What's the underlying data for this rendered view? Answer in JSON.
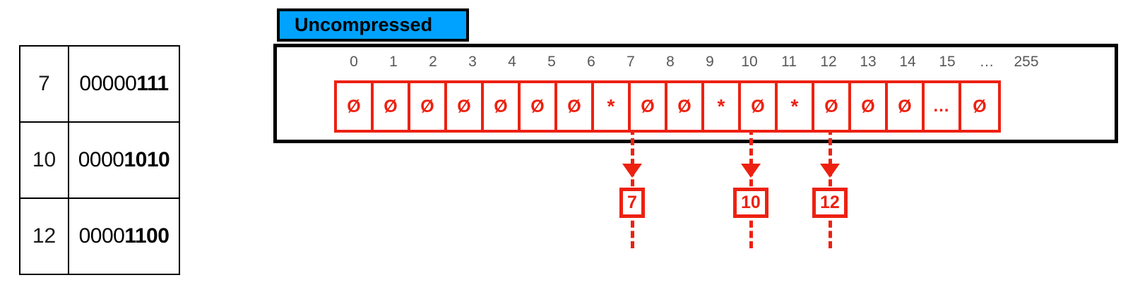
{
  "value_table": {
    "rows": [
      {
        "decimal": "7",
        "binary_prefix": "00000",
        "binary_suffix": "111"
      },
      {
        "decimal": "10",
        "binary_prefix": "0000",
        "binary_suffix": "1010"
      },
      {
        "decimal": "12",
        "binary_prefix": "0000",
        "binary_suffix": "1100"
      }
    ]
  },
  "bitmap": {
    "badge_label": "Uncompressed",
    "index_labels": [
      "0",
      "1",
      "2",
      "3",
      "4",
      "5",
      "6",
      "7",
      "8",
      "9",
      "10",
      "11",
      "12",
      "13",
      "14",
      "15",
      "…",
      "255"
    ],
    "cells": [
      {
        "index": "0",
        "symbol": "Ø",
        "set": false
      },
      {
        "index": "1",
        "symbol": "Ø",
        "set": false
      },
      {
        "index": "2",
        "symbol": "Ø",
        "set": false
      },
      {
        "index": "3",
        "symbol": "Ø",
        "set": false
      },
      {
        "index": "4",
        "symbol": "Ø",
        "set": false
      },
      {
        "index": "5",
        "symbol": "Ø",
        "set": false
      },
      {
        "index": "6",
        "symbol": "Ø",
        "set": false
      },
      {
        "index": "7",
        "symbol": "*",
        "set": true
      },
      {
        "index": "8",
        "symbol": "Ø",
        "set": false
      },
      {
        "index": "9",
        "symbol": "Ø",
        "set": false
      },
      {
        "index": "10",
        "symbol": "*",
        "set": true
      },
      {
        "index": "11",
        "symbol": "Ø",
        "set": false
      },
      {
        "index": "12",
        "symbol": "*",
        "set": true
      },
      {
        "index": "13",
        "symbol": "Ø",
        "set": false
      },
      {
        "index": "14",
        "symbol": "Ø",
        "set": false
      },
      {
        "index": "15",
        "symbol": "Ø",
        "set": false
      },
      {
        "index": "…",
        "symbol": "…",
        "set": false
      },
      {
        "index": "255",
        "symbol": "Ø",
        "set": false
      }
    ]
  },
  "callouts": [
    {
      "label": "7",
      "cell_index": 7
    },
    {
      "label": "10",
      "cell_index": 10
    },
    {
      "label": "12",
      "cell_index": 12
    }
  ],
  "colors": {
    "accent_red": "#ED2111",
    "badge_blue": "#00A2FF",
    "frame_black": "#000000",
    "index_gray": "#585858"
  }
}
